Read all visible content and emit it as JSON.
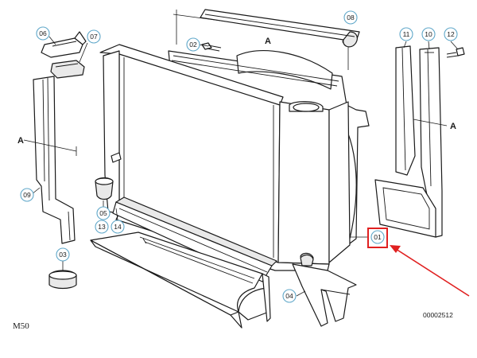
{
  "callouts": {
    "c01": "01",
    "c02": "02",
    "c03": "03",
    "c04": "04",
    "c05": "05",
    "c06": "06",
    "c07": "07",
    "c08": "08",
    "c09": "09",
    "c10": "10",
    "c11": "11",
    "c12": "12",
    "c13": "13",
    "c14": "14"
  },
  "section_labels": {
    "top": "A",
    "left": "A",
    "right": "A"
  },
  "caption": "M50",
  "document_number": "00002512",
  "highlight": {
    "target": "01",
    "color": "#e02020"
  },
  "colors": {
    "callout_ring": "#5fa7c9",
    "line": "#1a1a1a",
    "highlight": "#e02020"
  }
}
